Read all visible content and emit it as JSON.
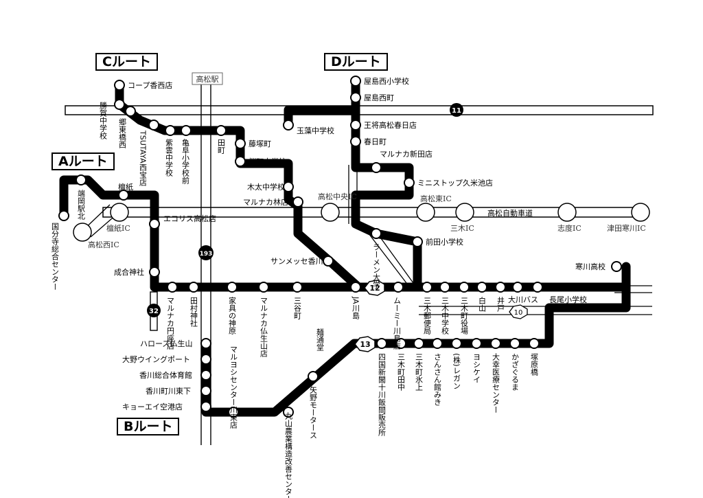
{
  "routes": {
    "a": "Aルート",
    "b": "Bルート",
    "c": "Cルート",
    "d": "Dルート"
  },
  "roads": {
    "takamatsu_station": "高松駅",
    "expressway": "高松自動車道",
    "route_11": "11",
    "route_32": "32",
    "route_193": "193",
    "route_12": "12",
    "route_13": "13",
    "route_10": "10"
  },
  "interchanges": {
    "danshi": "檀紙IC",
    "takamatsu_nishi": "高松西IC",
    "takamatsu_chuo": "高松中央IC",
    "takamatsu_higashi": "高松東IC",
    "miki": "三木IC",
    "shido": "志度IC",
    "tsuda": "津田寒川IC"
  },
  "stations": {
    "co_op_kasai": "コープ香西店",
    "katsuga_chugakko": "勝賀中学校",
    "goto_hashi": "郷東橋西",
    "tsutaya": "TSUTAYA西宝店",
    "shiun_chugakko": "紫雲中学校",
    "kamecho_shogakko": "亀阜小学校前",
    "tamachi": "田町",
    "fujitsukacho": "藤塚町",
    "sakuramachi_chugakko": "桜町中学校",
    "kita_chugakko": "木太中学校",
    "marunaka_hayashi": "マルナカ林店",
    "sunmesse": "サンメッセ香川",
    "yashima_nishi_shogakko": "屋島西小学校",
    "yashima_nishimachi": "屋島西町",
    "tamamo_chugakko": "玉藻中学校",
    "oshoo": "王将高松春日店",
    "kasugacho": "春日町",
    "marunaka_shinden": "マルナカ新田店",
    "ministop": "ミニストップ久米池店",
    "ramen_daigaku": "ラーメン大学",
    "maeda_shogakko": "前田小学校",
    "hashiokaeki": "端岡駅北",
    "kokubunji_center": "国分寺総合センター",
    "danshi": "檀紙",
    "ecoris": "エコリス高松店",
    "narai_jinja": "成合神社",
    "marunaka_enza": "マルナカ円座店",
    "tamura_jinja": "田村神社",
    "kagu_no_jinbara": "家具の神原",
    "marunaka_bushozan": "マルナカ仏生山店",
    "sannomachi": "三谷町",
    "ja_kawashima": "JA川島",
    "mumi_kawashima": "ムーミー川島店",
    "miki_yubinkyoku": "三木郵便局",
    "miki_chugakko": "三木中学校",
    "miki_yakuba": "三木町役場",
    "shirayama": "白山",
    "ido": "井戸",
    "okawa_bus": "大川バス",
    "nagao_shogakko": "長尾小学校",
    "samukawa_koko": "寒川高校",
    "hallo_bushozan": "ハローズ仏生山",
    "ono_wing_port": "大野ウイングポート",
    "kagawa_sogo": "香川総合体育館",
    "kagawacho_kawahigashi": "香川町川東下",
    "kyoei_kuko": "キョーエイ空港店",
    "maruyoshi_center": "マルヨシセンター川東店",
    "maruyama_nogyo": "丸山農業構造改善センター",
    "yano_motors": "矢野モータース",
    "mentsudo": "麺通堂",
    "shikoku_shimbun": "四国新聞十川飯間販売所",
    "miki_tanaka": "三木町田中",
    "miki_hikami": "三木町氷上",
    "sansan_kan": "さんさん館みき",
    "regan": "(株)レガン",
    "yoshikei": "ヨシケイ",
    "daiko_iryo": "大幸医療センター",
    "kazaguruma": "かざぐるま",
    "tsukahara_bashi": "塚原橋"
  }
}
